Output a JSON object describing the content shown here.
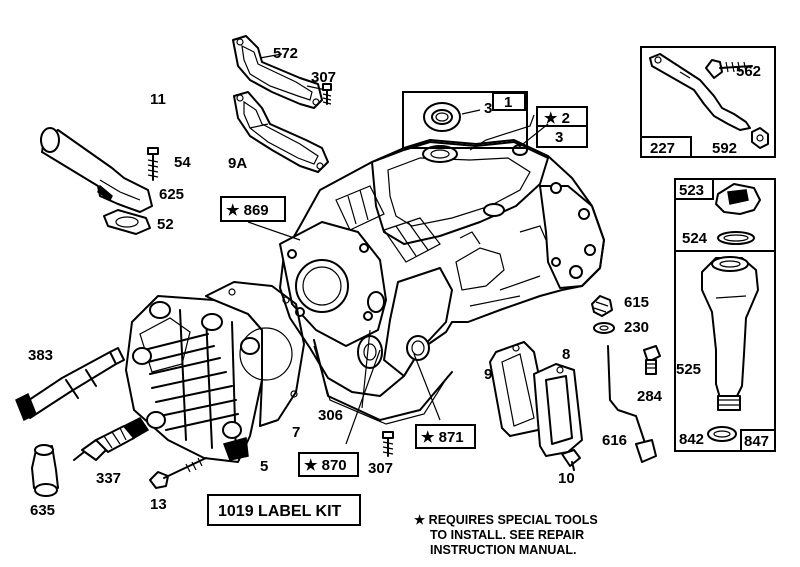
{
  "labels": {
    "p572": "572",
    "p307a": "307",
    "p11": "11",
    "p54": "54",
    "p625": "625",
    "p52": "52",
    "p9a": "9A",
    "p3a": "3",
    "p1": "1",
    "p2": "★ 2",
    "p3b": "3",
    "p562": "562",
    "p227": "227",
    "p592": "592",
    "p523": "523",
    "p524": "524",
    "p525": "525",
    "p842": "842",
    "p847": "847",
    "p869": "★ 869",
    "p615": "615",
    "p230": "230",
    "p8": "8",
    "p9": "9",
    "p284": "284",
    "p383": "383",
    "p7": "7",
    "p306": "306",
    "p871": "★ 871",
    "p870": "★ 870",
    "p307b": "307",
    "p10": "10",
    "p616": "616",
    "p5": "5",
    "p337": "337",
    "p13": "13",
    "p635": "635"
  },
  "kit_label": "1019 LABEL KIT",
  "note": {
    "line1": "★ REQUIRES SPECIAL TOOLS",
    "line2": "TO INSTALL.  SEE REPAIR",
    "line3": "INSTRUCTION MANUAL."
  }
}
